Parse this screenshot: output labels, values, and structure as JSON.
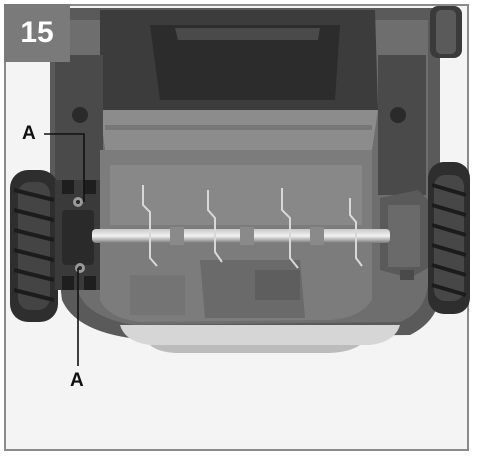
{
  "figure": {
    "number": "15",
    "callouts": [
      "A",
      "A"
    ]
  }
}
